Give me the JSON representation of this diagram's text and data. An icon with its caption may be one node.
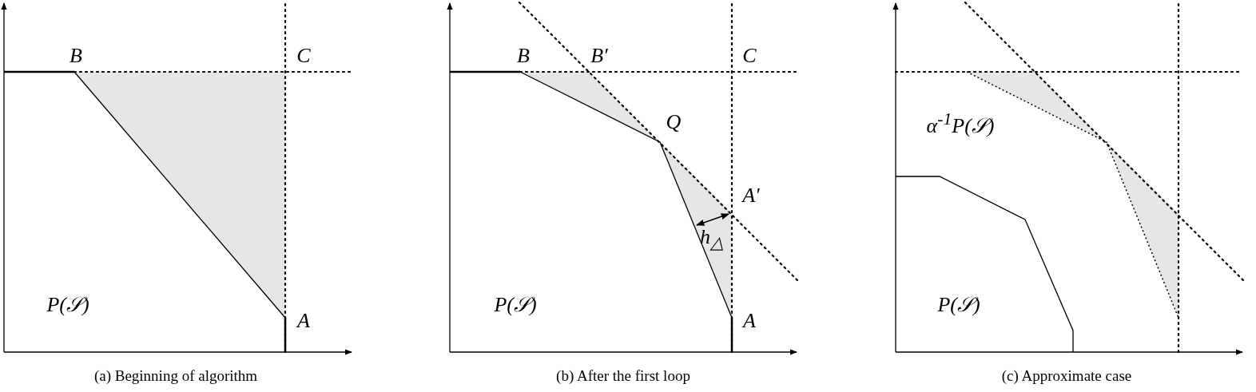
{
  "diagram": {
    "labels": [
      "B",
      "C",
      "P(𝒮)",
      "A",
      "(a) Beginning of algorithm",
      "B",
      "B′",
      "C",
      "Q",
      "A′",
      "h$_{△}$",
      "P(𝒮)",
      "A",
      "(b) After the first loop",
      "α$^{-1}$P(𝒮)",
      "P(𝒮)",
      "(c) Approximate case"
    ]
  }
}
